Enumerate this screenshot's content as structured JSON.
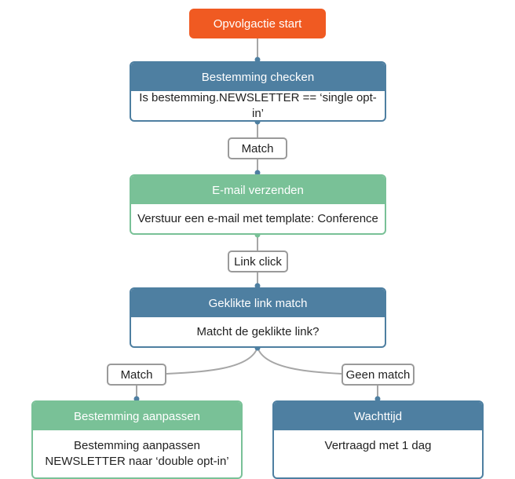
{
  "flow": {
    "start": {
      "label": "Opvolgactie start"
    },
    "check_destination": {
      "title": "Bestemming checken",
      "body": "Is bestemming.NEWSLETTER == ‘single opt-in’"
    },
    "edge_match_1": {
      "label": "Match"
    },
    "send_email": {
      "title": "E-mail verzenden",
      "body": "Verstuur een e-mail met template: Conference"
    },
    "edge_link_click": {
      "label": "Link click"
    },
    "clicked_link_match": {
      "title": "Geklikte link match",
      "body": "Matcht de geklikte link?"
    },
    "edge_match_2": {
      "label": "Match"
    },
    "edge_no_match": {
      "label": "Geen match"
    },
    "update_destination": {
      "title": "Bestemming aanpassen",
      "body": "Bestemming aanpassen NEWSLETTER naar ‘double opt-in’"
    },
    "wait": {
      "title": "Wachttijd",
      "body": "Vertraagd met 1 dag"
    }
  },
  "colors": {
    "start": "#f05a22",
    "decision": "#4e7fa1",
    "action": "#79c197",
    "connector": "#9a9a9a"
  }
}
